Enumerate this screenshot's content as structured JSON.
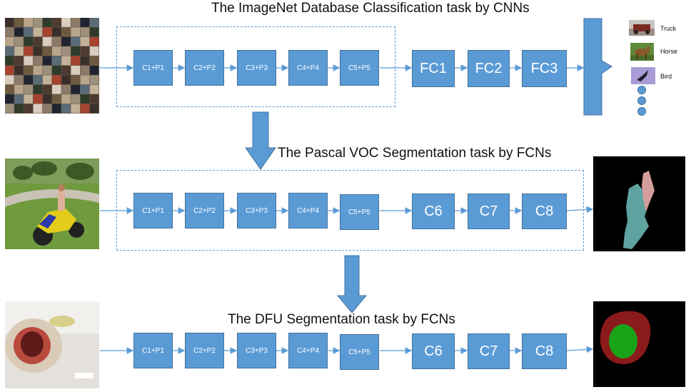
{
  "rows": [
    {
      "title": "The ImageNet Database Classification task by CNNs",
      "layers": [
        "C1+P1",
        "C2+P2",
        "C3+P3",
        "C4+P4",
        "C5+P5"
      ],
      "heads": [
        "FC1",
        "FC2",
        "FC3"
      ]
    },
    {
      "title": "The Pascal VOC Segmentation task by FCNs",
      "layers": [
        "C1+P1",
        "C2+P2",
        "C3+P3",
        "C4+P4",
        "C5+P5"
      ],
      "heads": [
        "C6",
        "C7",
        "C8"
      ]
    },
    {
      "title": "The DFU Segmentation task by FCNs",
      "layers": [
        "C1+P1",
        "C2+P2",
        "C3+P3",
        "C4+P4",
        "C5+P5"
      ],
      "heads": [
        "C6",
        "C7",
        "C8"
      ]
    }
  ],
  "classes": [
    "Truck",
    "Horse",
    "Bird"
  ],
  "colors": {
    "box": "#5b9bd5",
    "border": "#41719c",
    "arrow": "#5b9bd5",
    "wound_outer": "#8b1a1a",
    "wound_inner": "#19a319",
    "seg": "#5fa3a0"
  }
}
